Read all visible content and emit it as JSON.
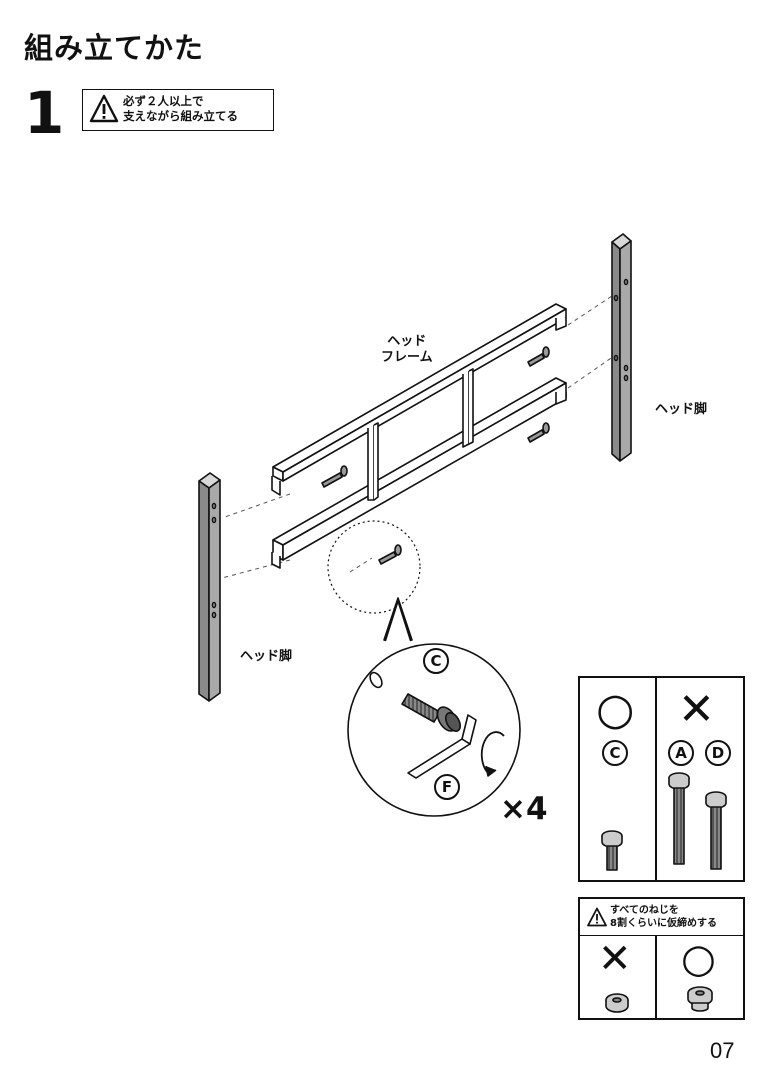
{
  "page": {
    "title": "組み立てかた",
    "page_number": "07"
  },
  "step": {
    "number": "1",
    "caution_lines": [
      "必ず２人以上で",
      "支えながら組み立てる"
    ],
    "caution_icon": "warning-triangle-icon"
  },
  "labels": {
    "head_frame": [
      "ヘッド",
      "フレーム"
    ],
    "head_leg_right": "ヘッド脚",
    "head_leg_left": "ヘッド脚"
  },
  "detail": {
    "screw_part": "C",
    "wrench_part": "F",
    "quantity": "×4"
  },
  "ok_ng": {
    "ok_mark": "○",
    "ng_mark": "✕",
    "ok_part": "C",
    "ng_parts": [
      "A",
      "D"
    ]
  },
  "tighten_note": {
    "lines": [
      "すべてのねじを",
      "8割くらいに仮締めする"
    ],
    "left_mark": "✕",
    "right_mark": "○"
  },
  "colors": {
    "line": "#111111",
    "part_fill": "#9a9a9a",
    "screw_fill": "#777777"
  }
}
